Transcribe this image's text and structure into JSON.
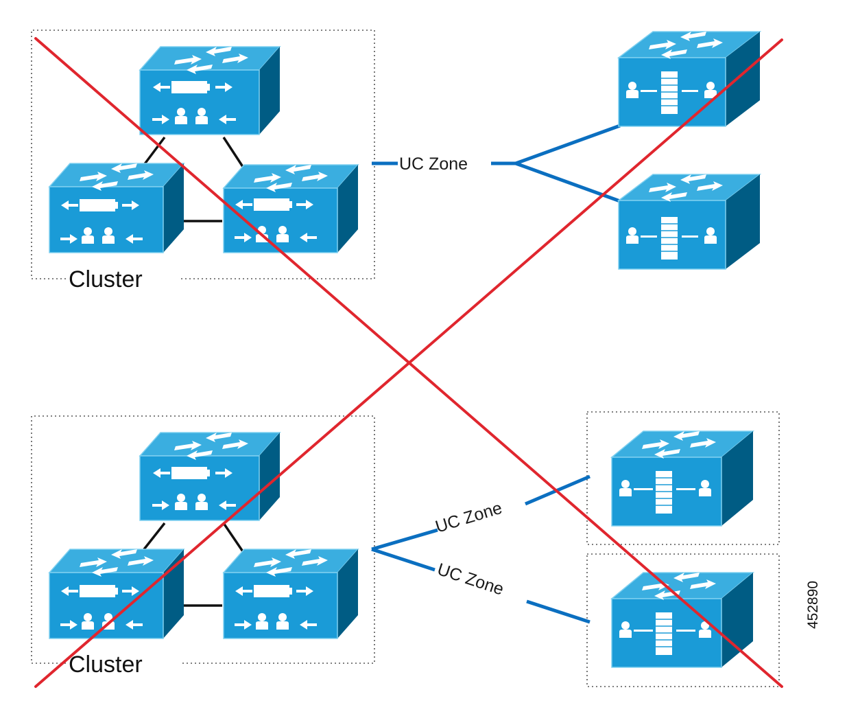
{
  "labels": {
    "cluster_top": "Cluster",
    "cluster_bottom": "Cluster",
    "zone_top": "UC Zone",
    "zone_bottom_upper": "UC Zone",
    "zone_bottom_lower": "UC Zone",
    "figure_number": "452890"
  },
  "colors": {
    "device_front": "#1a9bd7",
    "device_top": "#3aaee0",
    "device_side": "#005c84",
    "link_blue": "#0b6fc0",
    "cross_red": "#e0262e"
  },
  "icons": {
    "router_switch": "multilayer-switch-icon",
    "firewall_device": "firewall-expressway-icon"
  }
}
